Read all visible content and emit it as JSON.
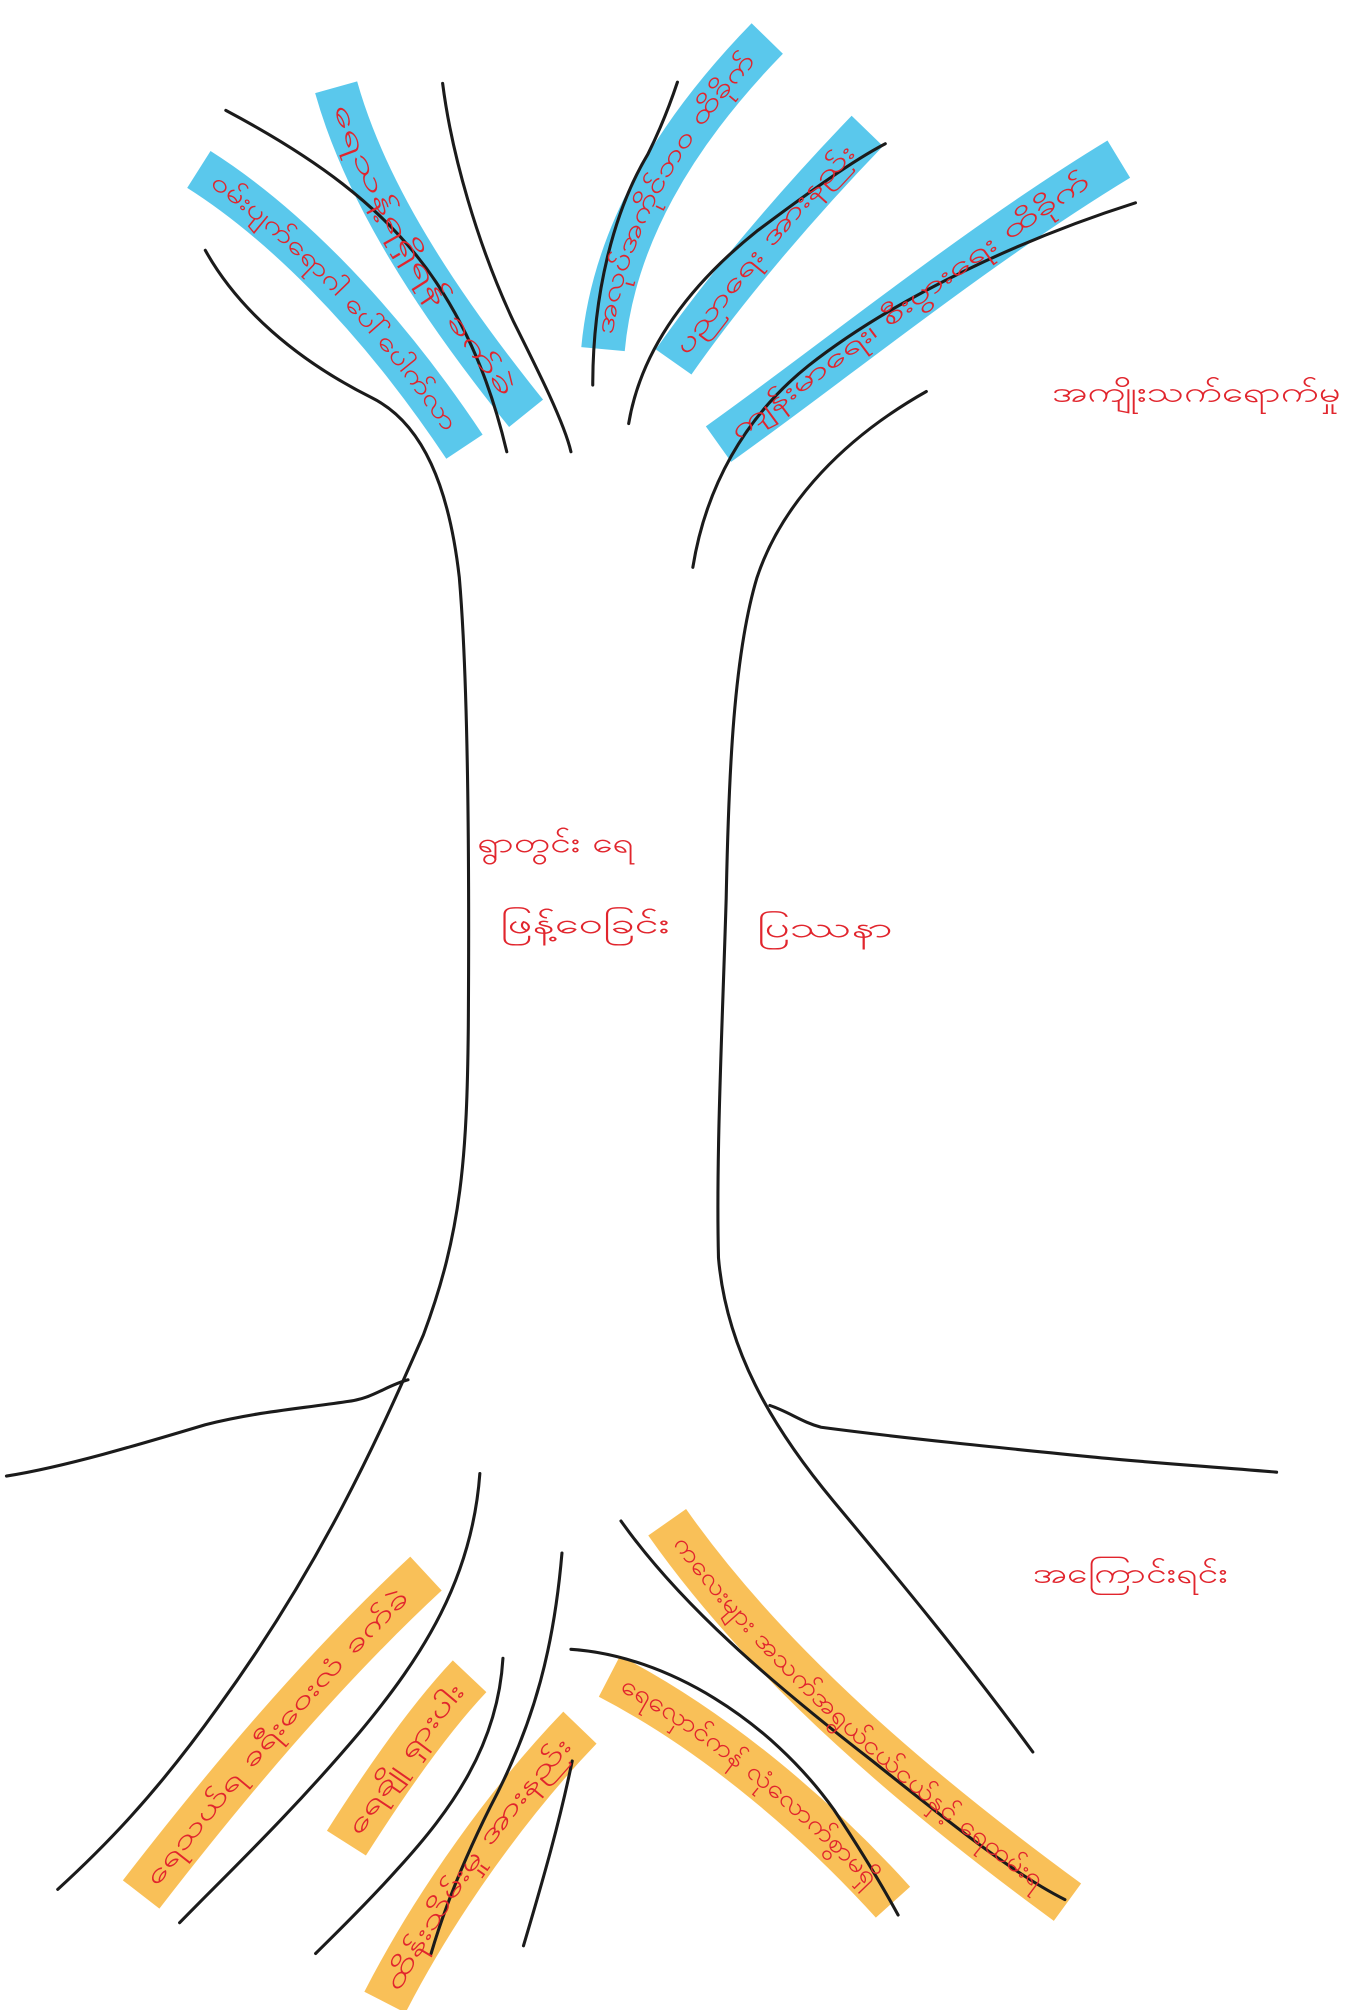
{
  "diagram": {
    "effects_heading": "အကျိုးသက်ရောက်မှု",
    "causes_heading": "အကြောင်းရင်း",
    "core_problem": {
      "line1": "ရွာတွင်း ရေ",
      "line2": "ဖြန့်ဝေခြင်း",
      "line3": "ပြဿနာ"
    },
    "effects": [
      "ဝမ်းပျက်ရောဂါ ပေါ်ပေါက်လာ",
      "ရေသန့်ရရှိရန် ခက်ခဲ",
      "အလုပ်အကိုင်ဘဝ ထိခိုက်",
      "ပညာရေး အားနည်း",
      "ကျန်းမာရေး၊ စီးပွားရေး ထိခိုက်"
    ],
    "causes": [
      "ရေသယ်ရ ခရီးဝေးလံ ခက်ခဲ",
      "ရေချို ရှားပါး",
      "ထိန်းသိမ်းမှု အားနည်း",
      "ရေလှောင်ကန် လုံလောက်စွာမရှိ",
      "ကလေးများ အသက်အရွယ်ငယ်ငယ်နှင့် ရေထမ်းရ"
    ]
  },
  "colors": {
    "text_ink": "#e1252d",
    "outline": "#1b1b1b",
    "effect_highlight": "#4cc3ea",
    "cause_highlight": "#f8bb4a",
    "background": "#ffffff"
  }
}
